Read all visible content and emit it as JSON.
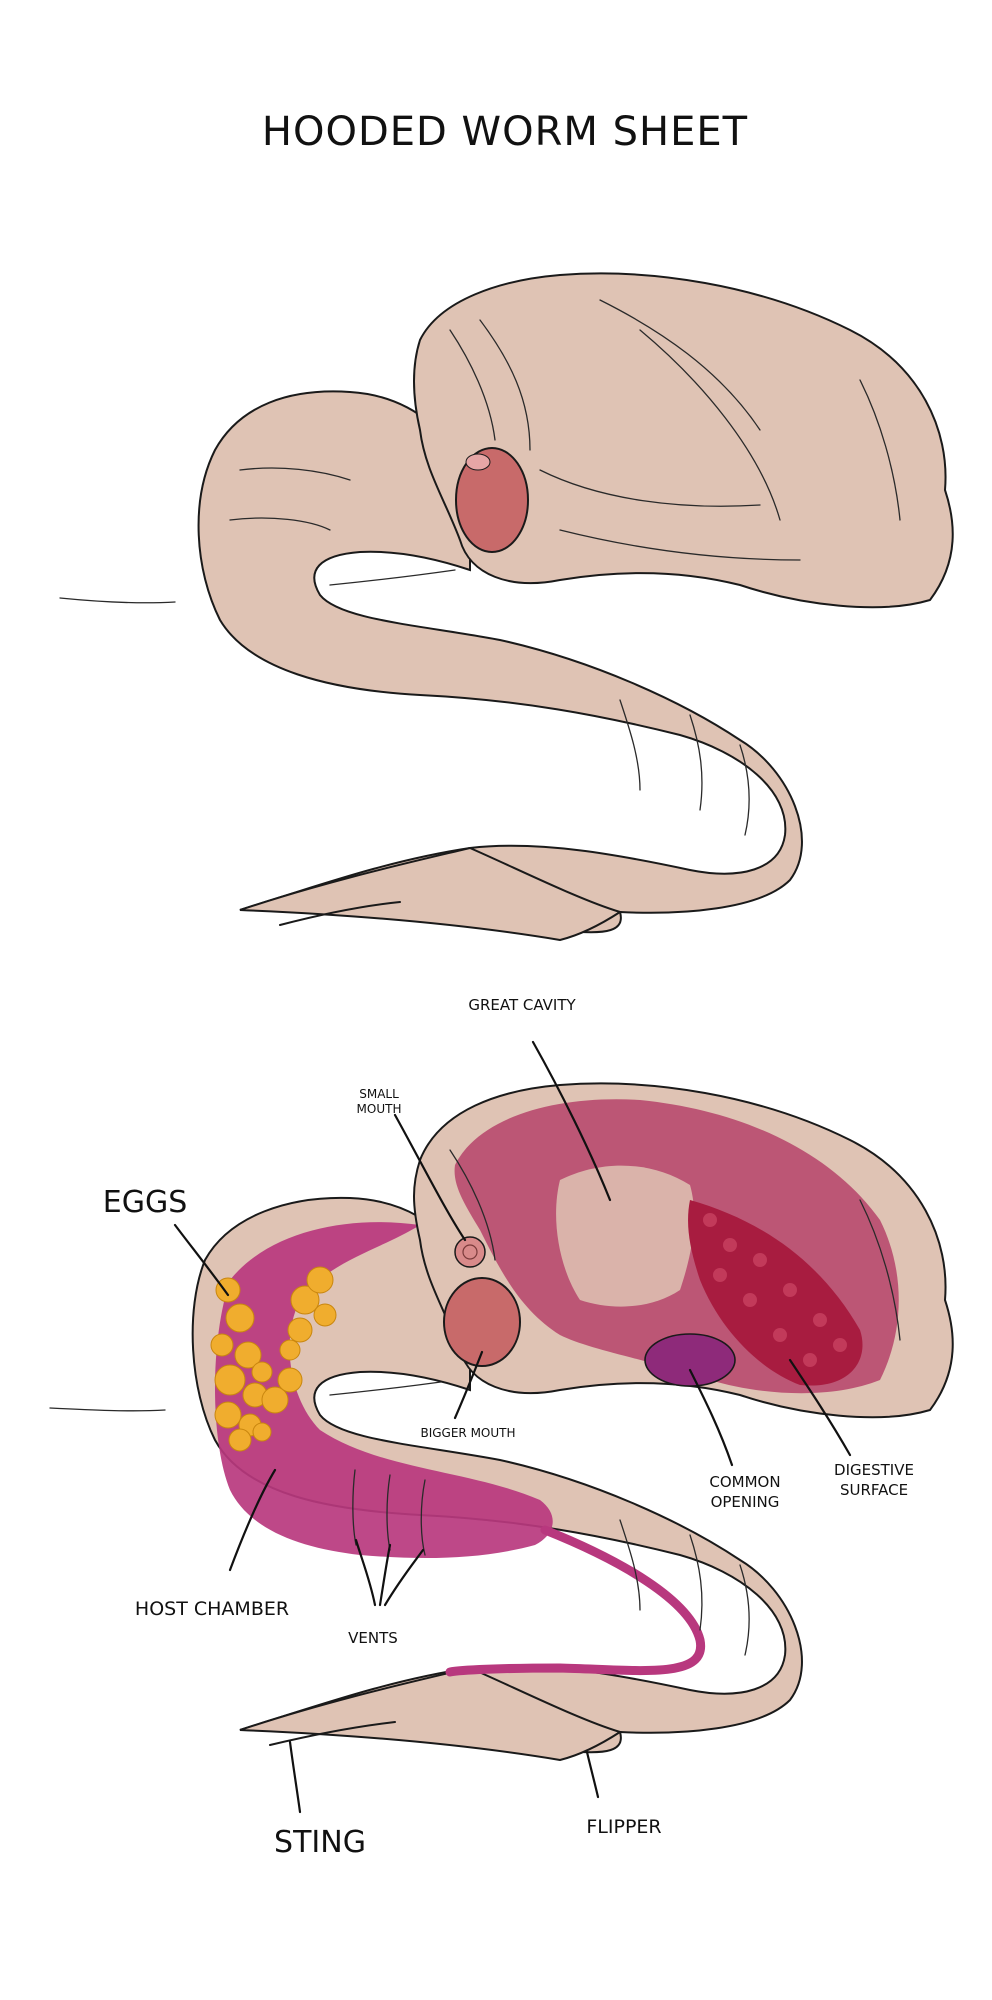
{
  "title": "HOODED WORM SHEET",
  "colors": {
    "skin": "#dfc3b4",
    "skin_shadow": "#d3a99c",
    "cavity": "#b84a6e",
    "chamber": "#b8387e",
    "digestive": "#a81c40",
    "eggs": "#f0ad2e",
    "mouth": "#c86a6a",
    "ink": "#1a1a1a"
  },
  "labels": {
    "great_cavity": "GREAT CAVITY",
    "small_mouth_1": "SMALL",
    "small_mouth_2": "MOUTH",
    "eggs": "EGGS",
    "bigger_mouth": "BIGGER MOUTH",
    "common_opening_1": "COMMON",
    "common_opening_2": "OPENING",
    "digestive_surface_1": "DIGESTIVE",
    "digestive_surface_2": "SURFACE",
    "host_chamber": "HOST CHAMBER",
    "vents": "VENTS",
    "sting": "STING",
    "flipper": "FLIPPER"
  }
}
